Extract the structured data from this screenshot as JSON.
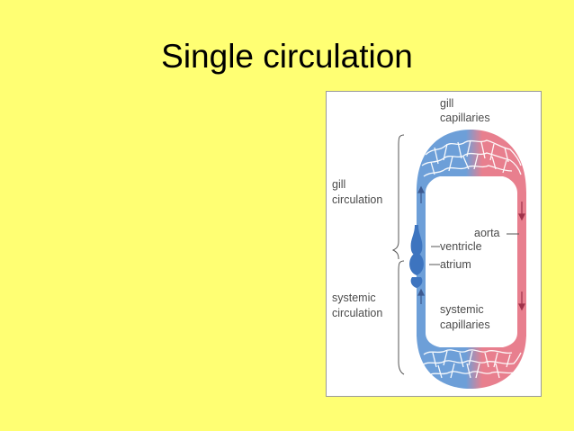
{
  "slide": {
    "title": "Single circulation"
  },
  "diagram": {
    "labels": {
      "gill_capillaries_1": "gill",
      "gill_capillaries_2": "capillaries",
      "gill_circulation_1": "gill",
      "gill_circulation_2": "circulation",
      "aorta": "aorta",
      "ventricle": "ventricle",
      "atrium": "atrium",
      "systemic_circulation_1": "systemic",
      "systemic_circulation_2": "circulation",
      "systemic_capillaries_1": "systemic",
      "systemic_capillaries_2": "capillaries"
    },
    "colors": {
      "deoxygenated": "#6d9fd8",
      "oxygenated": "#e87f8e",
      "background": "#FFFF73",
      "label_text": "#4a4a4a"
    }
  }
}
